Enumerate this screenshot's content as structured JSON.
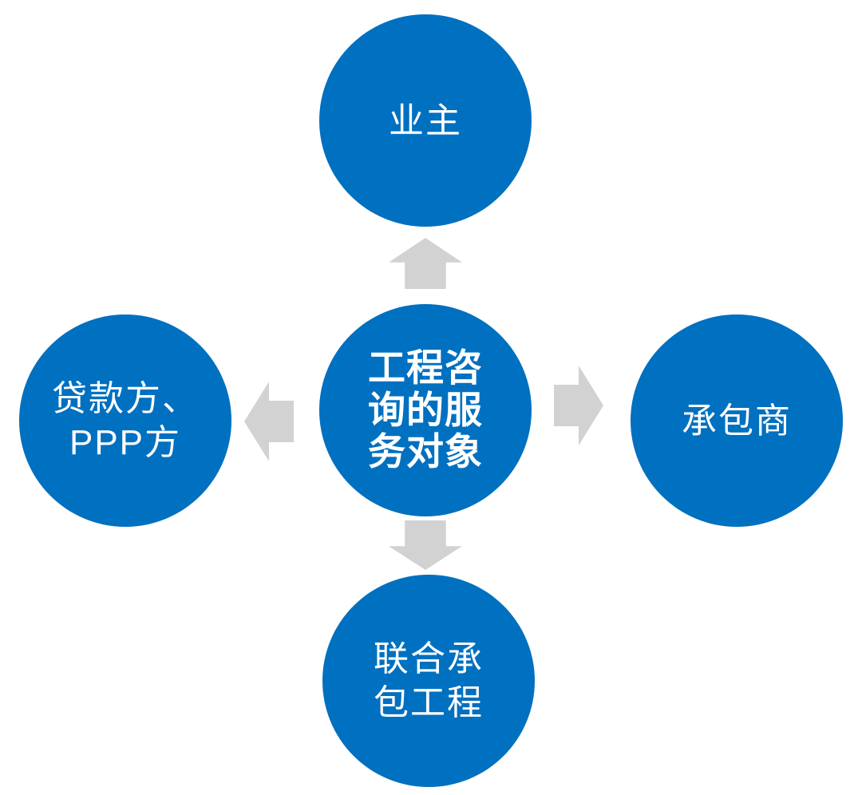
{
  "background": "#FFFFFF",
  "colors": {
    "circle": "#0070C0",
    "arrow": "#D2D2D2",
    "label": "#FFFFFF",
    "background": "#FFFFFF"
  },
  "nodes": {
    "center": {
      "label": "工程咨\n询的服\n务对象"
    },
    "owner": {
      "label": "业主"
    },
    "contractor": {
      "label": "承包商"
    },
    "lender_ppp": {
      "label": "贷款方、\nPPP方"
    },
    "joint_contracting": {
      "label": "联合承\n包工程"
    }
  },
  "icons": {
    "up": "arrow-up",
    "right": "arrow-right",
    "left": "arrow-left",
    "down": "arrow-down"
  }
}
